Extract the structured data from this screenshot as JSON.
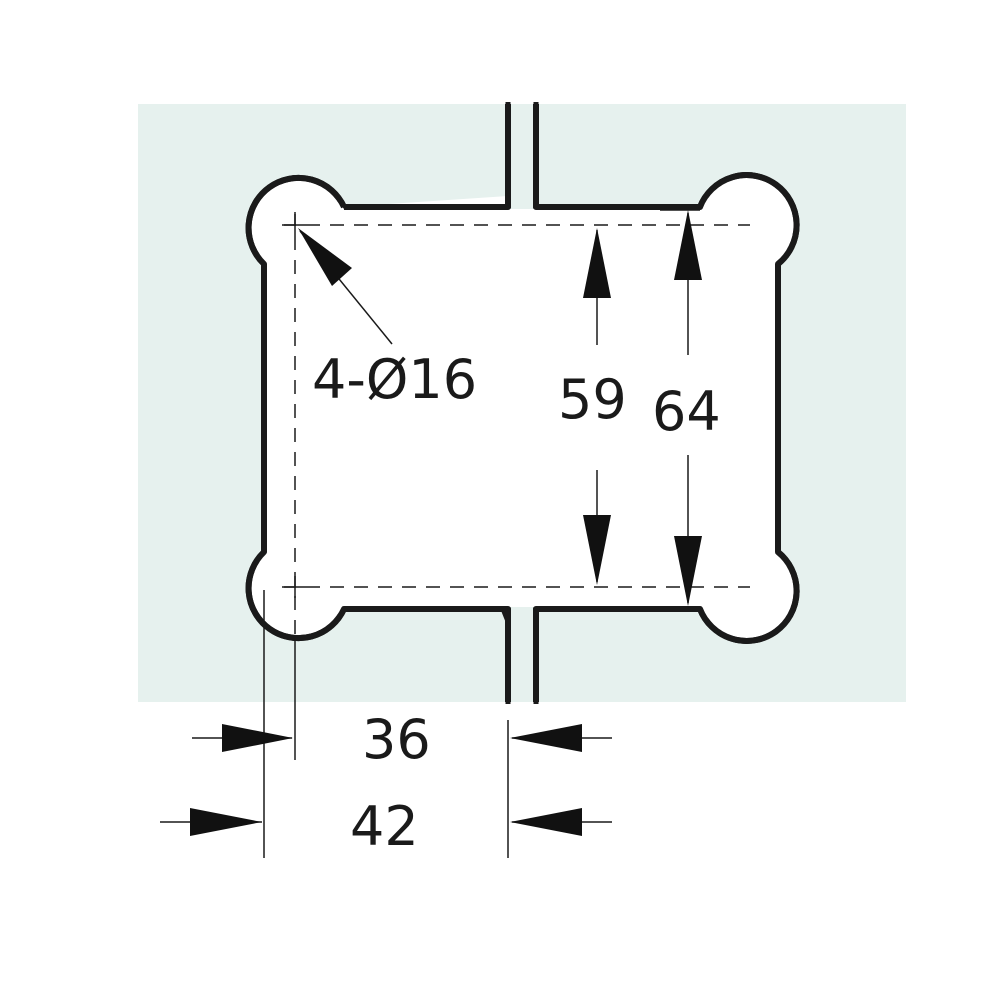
{
  "colors": {
    "glass_background": "#e6f1ee",
    "line": "#1a1a1a",
    "part_fill": "#ffffff"
  },
  "labels": {
    "hole_spec": "4-Ø16",
    "inner_height": "59",
    "outer_height": "64",
    "inner_width": "36",
    "outer_width": "42"
  }
}
